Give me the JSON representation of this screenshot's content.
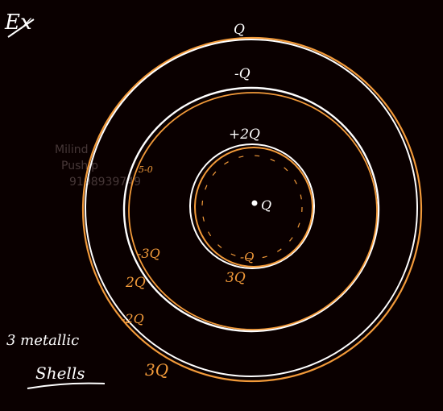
{
  "colors": {
    "background": "#0a0000",
    "shell_white": "#ffffff",
    "shell_orange": "#f29a3a",
    "annotation_orange": "#f29a3a",
    "watermark": "#5a4a4a"
  },
  "heading": "Ex",
  "watermark": {
    "line1": "Milind",
    "line2": "Puship",
    "line3": "9198939749"
  },
  "center_charge": "Q",
  "shells": {
    "outer": {
      "charge": "Q"
    },
    "middle": {
      "charge": "-Q"
    },
    "inner": {
      "charge": "+2Q"
    }
  },
  "annotations": {
    "inner_outer_face": "3Q",
    "inner_inner_face": "-Q",
    "middle_inner_face": "-3Q",
    "middle_outer_face": "2Q",
    "outer_inner_face": "-2Q",
    "outer_outer_face": "3Q",
    "small_note": "5-0"
  },
  "caption": {
    "line1": "3 metallic",
    "line2": "Shells"
  }
}
